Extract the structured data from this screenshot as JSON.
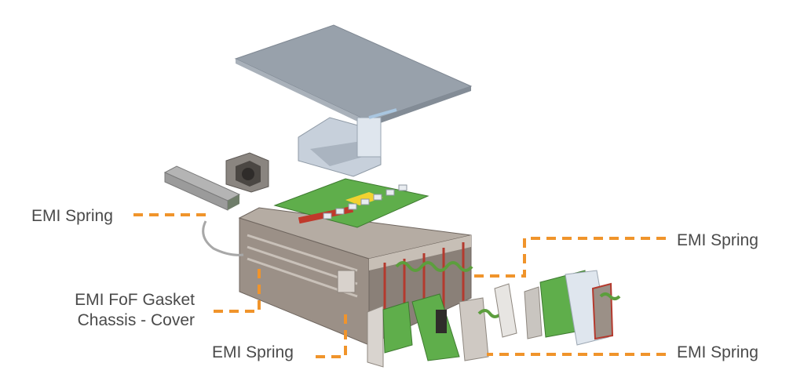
{
  "colors": {
    "leader": "#f0942b",
    "cover": "#98a1ab",
    "chassis": "#9b9087",
    "pcb": "#5fae4b",
    "spring": "#5c9e3d",
    "heatsink": "#b8c1cc",
    "chip": "#f2d230",
    "metal_dark": "#6b6661",
    "red": "#c0392b",
    "text": "#4a4a4a"
  },
  "callouts": {
    "left_spring": "EMI Spring",
    "gasket_line1": "EMI FoF Gasket",
    "gasket_line2": "Chassis - Cover",
    "bottom_spring": "EMI Spring",
    "right_top_spring": "EMI Spring",
    "right_bottom_spring": "EMI Spring"
  }
}
